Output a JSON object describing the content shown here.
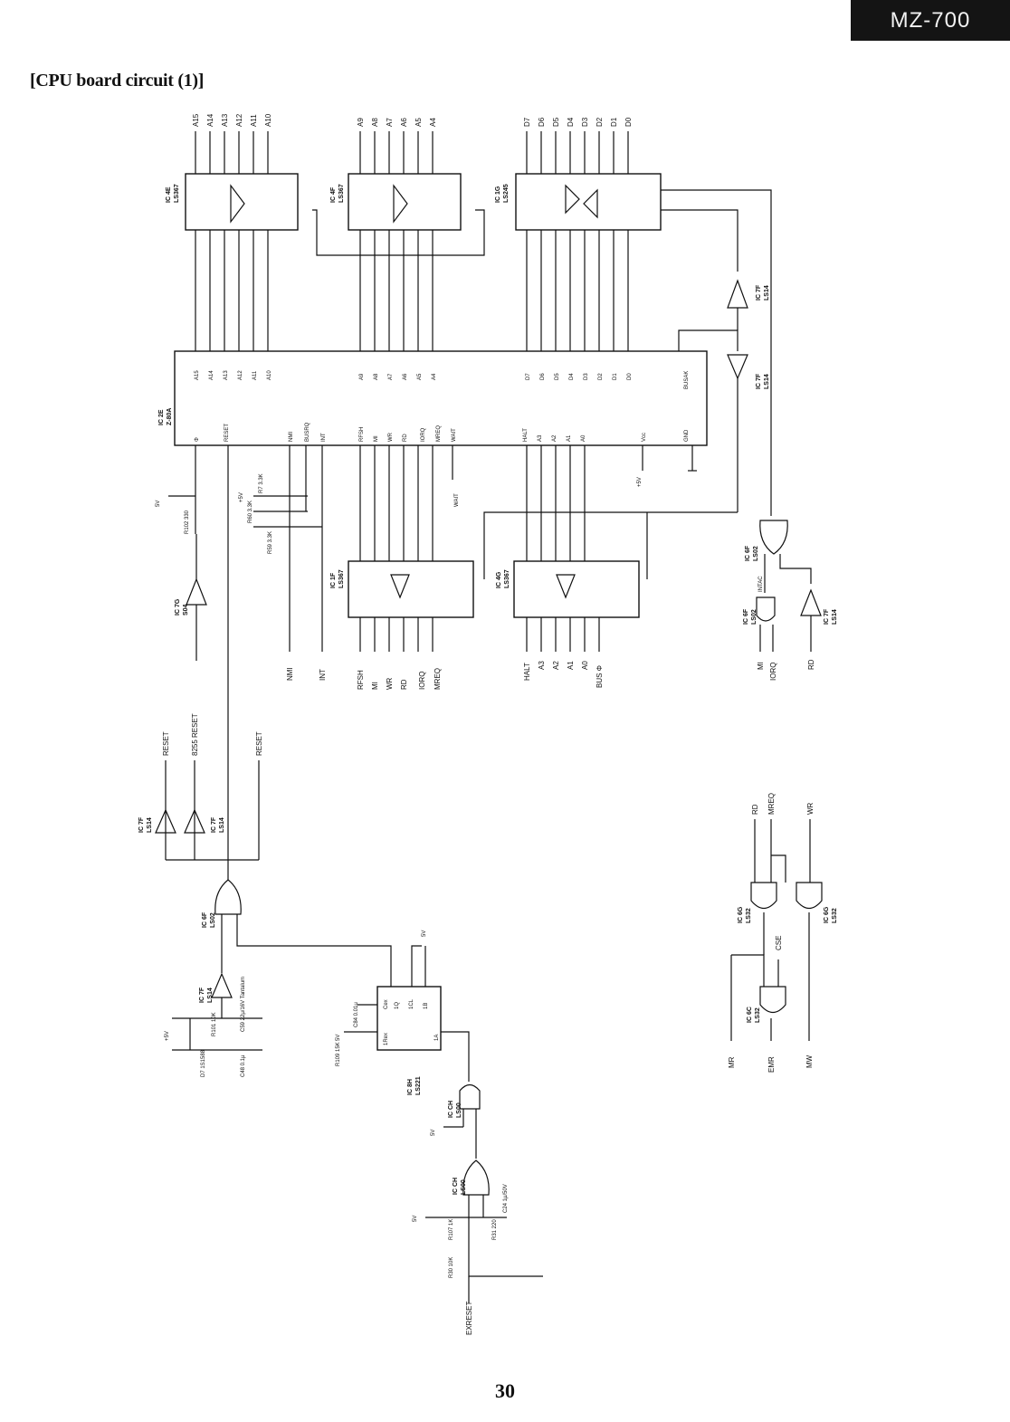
{
  "header": {
    "model_badge": "MZ-700",
    "title": "[CPU board circuit (1)]"
  },
  "footer": {
    "page_number": "30"
  },
  "diagram": {
    "cpu": {
      "designator": "IC 2E",
      "part": "Z-80A",
      "address_pins_hi": [
        "A15",
        "A14",
        "A13",
        "A12",
        "A11",
        "A10"
      ],
      "address_pins_lo": [
        "A9",
        "A8",
        "A7",
        "A6",
        "A5",
        "A4"
      ],
      "data_pins": [
        "D7",
        "D6",
        "D5",
        "D4",
        "D3",
        "D2",
        "D1",
        "D0"
      ],
      "control_pins": [
        "Φ",
        "RESET",
        "NMI",
        "BUSRQ",
        "INT",
        "RFSH",
        "MI",
        "WR",
        "RD",
        "IORQ",
        "MREQ",
        "WAIT",
        "HALT",
        "A3",
        "A2",
        "A1",
        "A0",
        "Vcc",
        "GND",
        "BUSAK"
      ]
    },
    "buffer_4e": {
      "designator": "IC 4E",
      "part": "LS367"
    },
    "buffer_4f": {
      "designator": "IC 4F",
      "part": "LS367"
    },
    "buffer_1g": {
      "designator": "IC 1G",
      "part": "LS245"
    },
    "buffer_1f": {
      "designator": "IC 1F",
      "part": "LS367",
      "outputs": [
        "RFSH",
        "MI",
        "WR",
        "RD",
        "IORQ",
        "MREQ"
      ]
    },
    "buffer_4g": {
      "designator": "IC 4G",
      "part": "LS367",
      "outputs": [
        "HALT",
        "A3",
        "A2",
        "A1",
        "A0",
        "BUS Φ"
      ]
    },
    "inv_7f_a": {
      "designator": "IC 7F",
      "part": "LS14"
    },
    "inv_7f_b": {
      "designator": "IC 7F",
      "part": "LS14"
    },
    "nor_6f_a": {
      "designator": "IC 6F",
      "part": "LS02"
    },
    "nor_6f_b": {
      "designator": "IC 6F",
      "part": "LS02",
      "net": "INTAC"
    },
    "inv_7f_c": {
      "designator": "IC 7F",
      "part": "LS14"
    },
    "inv_7g": {
      "designator": "IC 7G",
      "part": "S04"
    },
    "reset_outputs": [
      "RESET",
      "8255 RESET",
      "RESET"
    ],
    "inv_7f_d": {
      "designator": "IC 7F",
      "part": "LS14"
    },
    "inv_7f_e": {
      "designator": "IC 7F",
      "part": "LS14"
    },
    "nor_6f_c": {
      "designator": "IC 6F",
      "part": "LS02"
    },
    "inv_7f_f": {
      "designator": "IC 7F",
      "part": "LS14"
    },
    "monostable": {
      "designator": "IC 8H",
      "part": "LS221",
      "pins": [
        "Cex",
        "1Q",
        "1CL",
        "1B",
        "1Rex",
        "1A"
      ]
    },
    "nand_ch_a": {
      "designator": "IC CH",
      "part": "LS00"
    },
    "nand_ch_b": {
      "designator": "IC CH",
      "part": "LS00"
    },
    "or_6g_a": {
      "designator": "IC 6G",
      "part": "LS32"
    },
    "or_6g_b": {
      "designator": "IC 6G",
      "part": "LS32"
    },
    "or_6c": {
      "designator": "IC 6C",
      "part": "LS32"
    },
    "memory_inputs": [
      "RD",
      "MREQ",
      "WR"
    ],
    "memory_outputs": [
      "MR",
      "EMR",
      "MW"
    ],
    "cse_label": "CSE",
    "components": [
      "R102 330",
      "R7 3.3K",
      "R60 3.3K",
      "R59 3.3K",
      "R101 10K",
      "C59 22μ/16V Tantalum",
      "C48 0.1μ",
      "D7 1S1588",
      "C84 0.01μ",
      "R109 15K",
      "R107 1K",
      "R30 10K",
      "R31 220",
      "C24 1μ/50V"
    ],
    "supply_labels": [
      "5V",
      "+5V"
    ],
    "external_input": "EXRESET"
  }
}
